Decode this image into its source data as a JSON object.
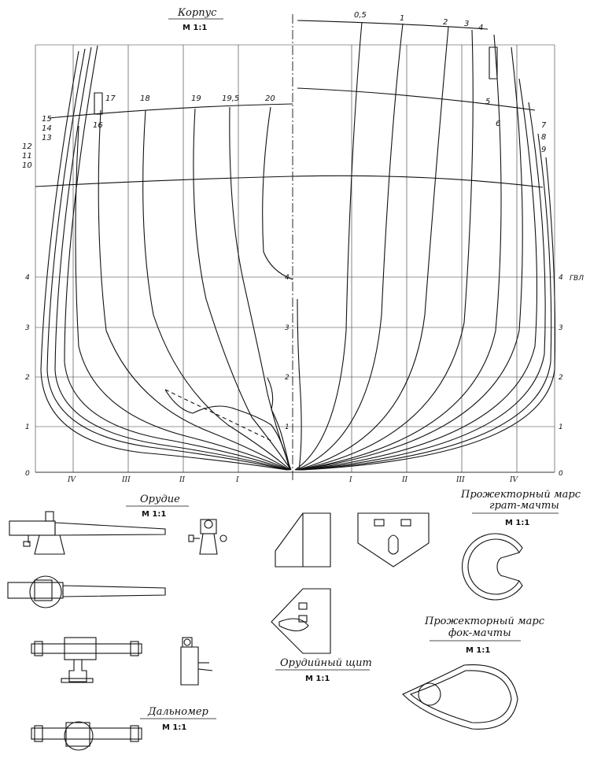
{
  "hull": {
    "title": "Корпус",
    "scale": "М 1:1",
    "stations_left": [
      "15",
      "14",
      "13",
      "12",
      "11",
      "10",
      "16",
      "17",
      "18",
      "19",
      "19,5",
      "20"
    ],
    "stations_right": [
      "0,5",
      "1",
      "2",
      "3",
      "4",
      "5",
      "6",
      "7",
      "8",
      "9"
    ],
    "waterline_numbers": [
      "0",
      "1",
      "2",
      "3",
      "4"
    ],
    "waterline_label": "ГВЛ",
    "buttocks": [
      "IV",
      "III",
      "II",
      "I",
      "I",
      "II",
      "III",
      "IV"
    ]
  },
  "gun": {
    "title": "Орудие",
    "scale": "М 1:1"
  },
  "rangefinder": {
    "title": "Дальномер",
    "scale": "М 1:1"
  },
  "gun_shield": {
    "title": "Орудийный щит",
    "scale": "М 1:1"
  },
  "mainmast_top": {
    "title": "Прожекторный марс\nграт-мачты",
    "scale": "М 1:1"
  },
  "foremast_top": {
    "title": "Прожекторный марс\nфок-мачты",
    "scale": "М 1:1"
  }
}
